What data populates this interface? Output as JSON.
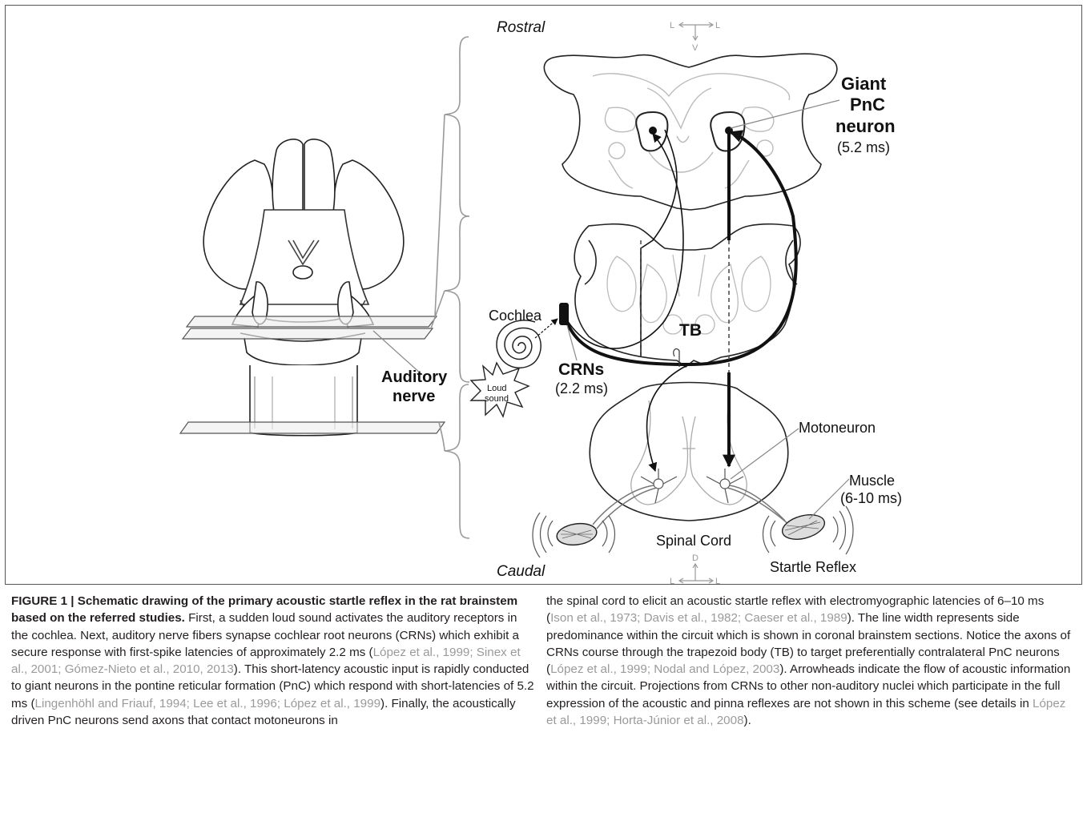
{
  "figure": {
    "labels": {
      "rostral": "Rostral",
      "caudal": "Caudal",
      "giant_line1": "Giant",
      "giant_line2": "PnC",
      "giant_line3": "neuron",
      "giant_latency": "(5.2 ms)",
      "cochlea": "Cochlea",
      "crns": "CRNs",
      "crns_latency": "(2.2 ms)",
      "tb": "TB",
      "loud": "Loud",
      "sound": "sound",
      "auditory": "Auditory",
      "nerve": "nerve",
      "motoneuron": "Motoneuron",
      "muscle": "Muscle",
      "muscle_latency": "(6-10 ms)",
      "spinal_cord": "Spinal Cord",
      "startle_reflex": "Startle Reflex",
      "compass_top_l1": "L",
      "compass_top_l2": "L",
      "compass_top_v": "V",
      "compass_bot_d": "D",
      "compass_bot_l1": "L",
      "compass_bot_l2": "L"
    }
  },
  "caption": {
    "left": [
      {
        "t": "FIGURE 1 | Schematic drawing of the primary acoustic startle reflex in the rat brainstem based on the referred studies.",
        "s": "b"
      },
      {
        "t": " First, a sudden loud sound activates the auditory receptors in the cochlea. Next, auditory nerve fibers synapse cochlear root neurons (CRNs) which exhibit a secure response with first-spike latencies of approximately 2.2 ms (",
        "s": ""
      },
      {
        "t": "López et al., 1999; Sinex et al., 2001; Gómez-Nieto et al., 2010, 2013",
        "s": "r"
      },
      {
        "t": "). This short-latency acoustic input is rapidly conducted to giant neurons in the pontine reticular formation (PnC) which respond with short-latencies of 5.2 ms (",
        "s": ""
      },
      {
        "t": "Lingenhöhl and Friauf, 1994; Lee et al., 1996; López et al., 1999",
        "s": "r"
      },
      {
        "t": "). Finally, the acoustically driven PnC neurons send axons that contact motoneurons in",
        "s": ""
      }
    ],
    "right": [
      {
        "t": "the spinal cord to elicit an acoustic startle reflex with electromyographic latencies of 6–10 ms (",
        "s": ""
      },
      {
        "t": "Ison et al., 1973; Davis et al., 1982; Caeser et al., 1989",
        "s": "r"
      },
      {
        "t": "). The line width represents side predominance within the circuit which is shown in coronal brainstem sections. Notice the axons of CRNs course through the trapezoid body (TB) to target preferentially contralateral PnC neurons (",
        "s": ""
      },
      {
        "t": "López et al., 1999; Nodal and López, 2003",
        "s": "r"
      },
      {
        "t": "). Arrowheads indicate the flow of acoustic information within the circuit. Projections from CRNs to other non-auditory nuclei which participate in the full expression of the acoustic and pinna reflexes are not shown in this scheme (see details in ",
        "s": ""
      },
      {
        "t": "López et al., 1999; Horta-Júnior et al., 2008",
        "s": "r"
      },
      {
        "t": ").",
        "s": ""
      }
    ]
  }
}
